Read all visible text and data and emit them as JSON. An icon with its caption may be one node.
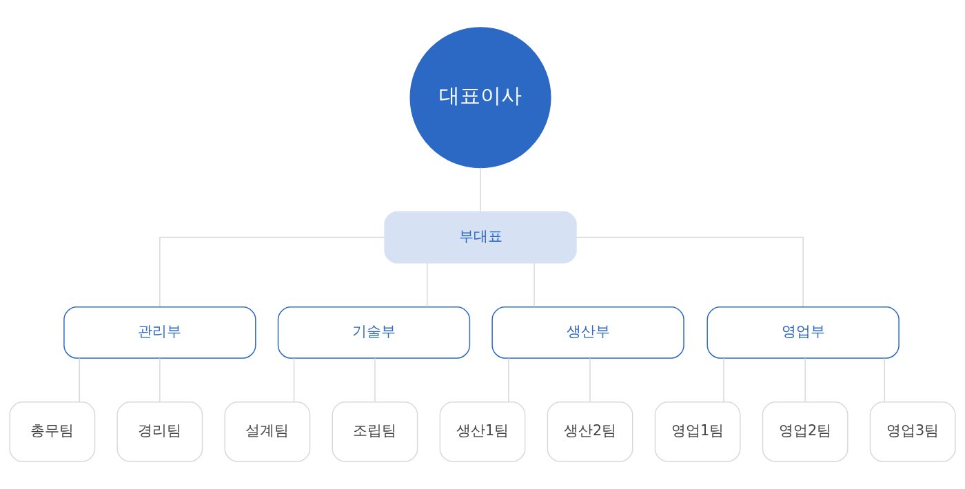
{
  "diagram": {
    "nodes": [
      {
        "text": [
          "대표이사"
        ]
      },
      {
        "text": [
          "부대표"
        ]
      },
      {
        "text": [
          "관리부"
        ]
      },
      {
        "text": [
          "기술부"
        ]
      },
      {
        "text": [
          "생산부"
        ]
      },
      {
        "text": [
          "영업부"
        ]
      },
      {
        "text": [
          "총무팀"
        ]
      },
      {
        "text": [
          "경리팀"
        ]
      },
      {
        "text": [
          "설계팀"
        ]
      },
      {
        "text": [
          "조립팀"
        ]
      },
      {
        "text": [
          "생산1팀"
        ]
      },
      {
        "text": [
          "생산2팀"
        ]
      },
      {
        "text": [
          "영업1팀"
        ]
      },
      {
        "text": [
          "영업2팀"
        ]
      },
      {
        "text": [
          "영업3팀"
        ]
      }
    ],
    "edges": [
      {
        "from": 0,
        "to": 1,
        "arrow": "none"
      },
      {
        "from": 1,
        "to": 2,
        "arrow": "none"
      },
      {
        "from": 1,
        "to": 3,
        "arrow": "none"
      },
      {
        "from": 1,
        "to": 4,
        "arrow": "none"
      },
      {
        "from": 1,
        "to": 5,
        "arrow": "none"
      },
      {
        "from": 2,
        "to": 6,
        "arrow": "none"
      },
      {
        "from": 2,
        "to": 7,
        "arrow": "none"
      },
      {
        "from": 3,
        "to": 8,
        "arrow": "none"
      },
      {
        "from": 3,
        "to": 9,
        "arrow": "none"
      },
      {
        "from": 4,
        "to": 10,
        "arrow": "none"
      },
      {
        "from": 4,
        "to": 11,
        "arrow": "none"
      },
      {
        "from": 5,
        "to": 12,
        "arrow": "none"
      },
      {
        "from": 5,
        "to": 13,
        "arrow": "none"
      },
      {
        "from": 5,
        "to": 14,
        "arrow": "none"
      }
    ]
  }
}
